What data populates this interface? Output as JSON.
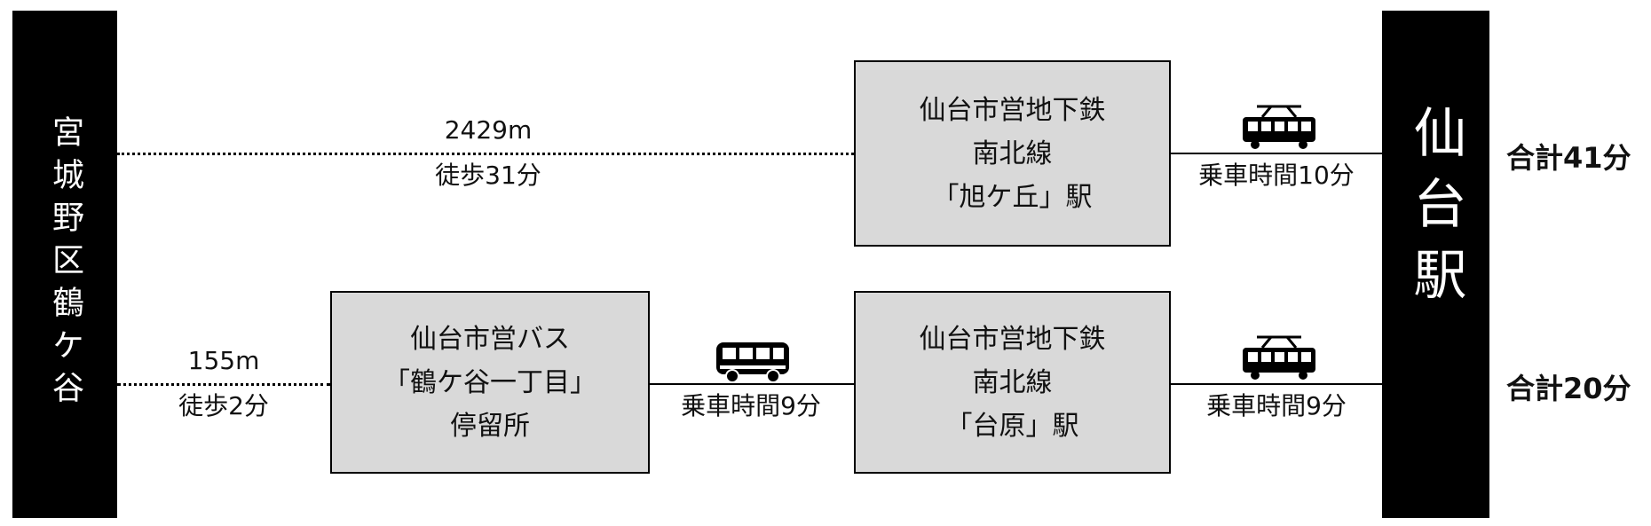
{
  "origin": {
    "label": "宮城野区鶴ケ谷"
  },
  "destination": {
    "label": "仙台駅"
  },
  "route1": {
    "walk": {
      "distance": "2429m",
      "time": "徒歩31分"
    },
    "station": {
      "line1": "仙台市営地下鉄",
      "line2": "南北線",
      "line3": "「旭ケ丘」駅"
    },
    "ride": {
      "icon": "tram-icon",
      "time": "乗車時間10分"
    },
    "total": "合計41分"
  },
  "route2": {
    "walk": {
      "distance": "155m",
      "time": "徒歩2分"
    },
    "bus_stop": {
      "line1": "仙台市営バス",
      "line2": "「鶴ケ谷一丁目」",
      "line3": "停留所"
    },
    "bus_ride": {
      "icon": "bus-icon",
      "time": "乗車時間9分"
    },
    "station": {
      "line1": "仙台市営地下鉄",
      "line2": "南北線",
      "line3": "「台原」駅"
    },
    "ride": {
      "icon": "tram-icon",
      "time": "乗車時間9分"
    },
    "total": "合計20分"
  }
}
